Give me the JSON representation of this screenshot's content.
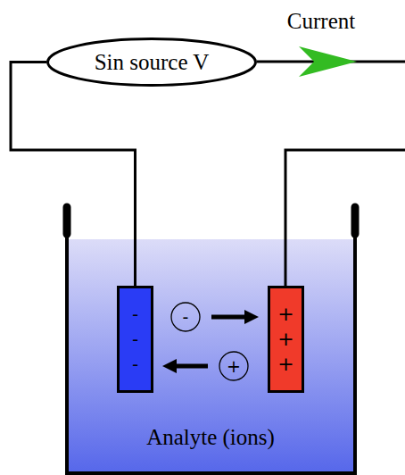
{
  "diagram": {
    "nodes": [
      {
        "text": [
          "Sin source V"
        ]
      },
      {
        "text": [
          "-",
          "-",
          "-"
        ]
      },
      {
        "text": [
          "-"
        ]
      },
      {
        "text": [
          "+",
          "+",
          "+"
        ]
      },
      {
        "text": [
          "+"
        ]
      }
    ],
    "edges": [
      {
        "from": 0,
        "to": 1,
        "arrow": "none"
      },
      {
        "from": 2,
        "to": 3,
        "arrow": "to"
      },
      {
        "from": 4,
        "to": 1,
        "arrow": "to"
      }
    ],
    "labels": [
      "Current",
      "Analyte (ions)"
    ]
  }
}
